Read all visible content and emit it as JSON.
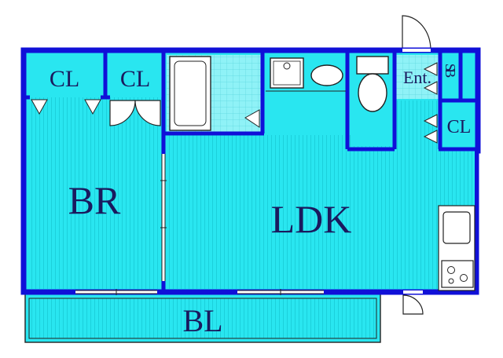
{
  "colors": {
    "wall": "#1010d8",
    "room_fill": "#29e6f0",
    "hatch": "#19cbd6",
    "tile": "#8ff2f7",
    "fixture_fill": "#ffffff",
    "fixture_line": "#222222",
    "label": "#1a1a5e"
  },
  "rooms": {
    "cl_left": "CL",
    "cl_mid": "CL",
    "bedroom": "BR",
    "living": "LDK",
    "balcony": "BL",
    "entrance": "Ent.",
    "shoe_box": "S B",
    "cl_entry": "CL"
  },
  "icons": [
    "bathtub-icon",
    "washing-machine-pan-icon",
    "washbasin-icon",
    "toilet-icon",
    "kitchen-sink-icon",
    "stove-icon",
    "door-swing-icon",
    "closet-door-icon"
  ]
}
